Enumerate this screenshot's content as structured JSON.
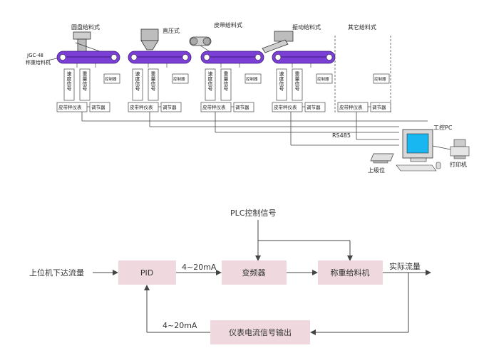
{
  "top_diagram": {
    "feeder_titles": [
      "圆盘给料式",
      "直压式",
      "皮带给料式",
      "振动给料式",
      "其它给料式"
    ],
    "side_label_line1": "JGC-4Ⅱ",
    "side_label_line2": "称重给料机",
    "vertical_labels": {
      "speed": "速度信号",
      "weight": "重量信号",
      "controller": "控制器"
    },
    "instrument_label": "皮带秤仪表",
    "regulator_label": "调节器",
    "rs485": "RS485",
    "pc_label": "工控PC",
    "upper_pc_label": "上级位",
    "printer_label": "打印机"
  },
  "block_diagram": {
    "plc_signal": "PLC控制信号",
    "input_label": "上位机下达流量",
    "pid": "PID",
    "signal_forward": "4~20mA",
    "inverter": "变频器",
    "feeder": "称重给料机",
    "output_label": "实际流量",
    "signal_feedback": "4~20mA",
    "feedback_block": "仪表电流信号输出"
  },
  "colors": {
    "belt": "#7b3fd6",
    "block_fill": "#efd9de",
    "line": "#444444"
  }
}
